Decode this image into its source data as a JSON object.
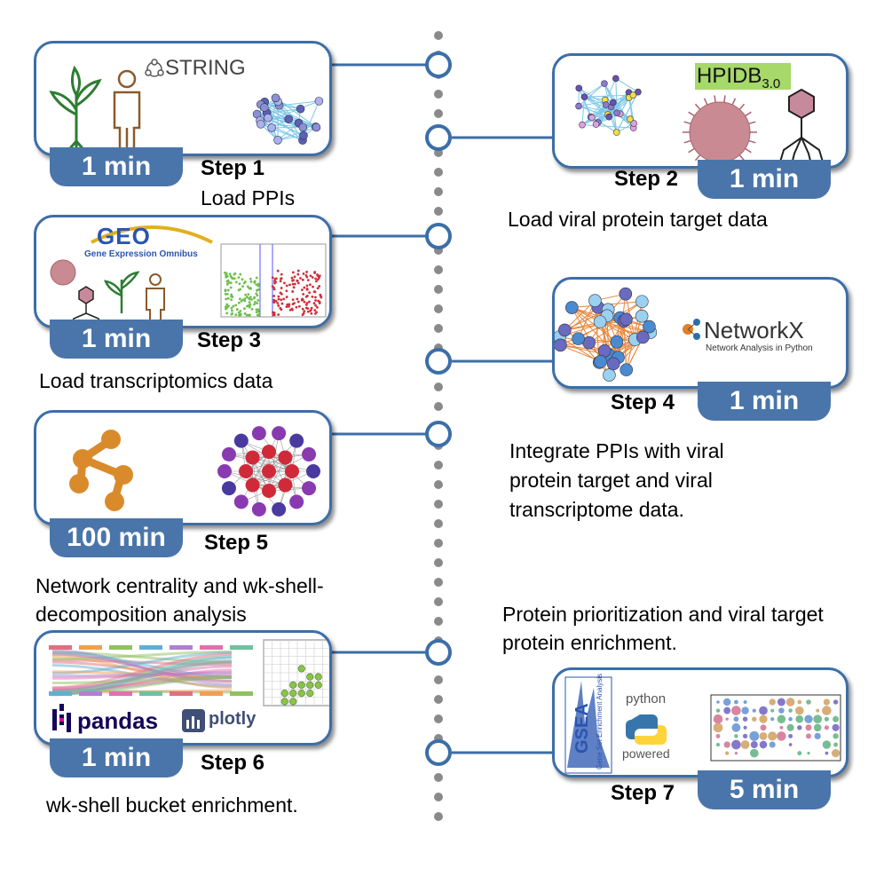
{
  "steps": [
    {
      "step_label": "Step 1",
      "time": "1 min",
      "description": "Load PPIs",
      "logos": {
        "string": "STRING"
      }
    },
    {
      "step_label": "Step 2",
      "time": "1 min",
      "description": "Load viral protein target data",
      "logos": {
        "hpidb": "HPIDB",
        "hpidb_version": "3.0"
      }
    },
    {
      "step_label": "Step 3",
      "time": "1 min",
      "description": "Load transcriptomics data",
      "logos": {
        "geo": "GEO",
        "geo_sub": "Gene Expression Omnibus"
      }
    },
    {
      "step_label": "Step 4",
      "time": "1 min",
      "description": "Integrate PPIs with viral protein target and viral transcriptome data.",
      "logos": {
        "networkx": "NetworkX",
        "networkx_sub": "Network Analysis in Python"
      }
    },
    {
      "step_label": "Step 5",
      "time": "100 min",
      "description": "Network centrality and wk-shell-decomposition analysis"
    },
    {
      "step_label": "Step 6",
      "time": "1 min",
      "description": "wk-shell bucket enrichment.",
      "logos": {
        "pandas": "pandas",
        "plotly": "plotly"
      }
    },
    {
      "step_label": "Step 7",
      "time": "5 min",
      "description": "Protein prioritization and viral target protein enrichment.",
      "logos": {
        "gsea": "GSEA",
        "gsea_sub": "Gene Set Enrichment Analysis",
        "python": "python",
        "powered": "powered"
      }
    }
  ],
  "colors": {
    "accent": "#4a75aa",
    "border": "#3c6ea8",
    "spine": "#8a8a8a"
  }
}
